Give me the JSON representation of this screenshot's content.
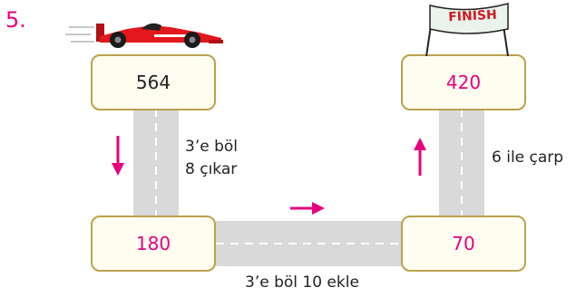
{
  "question_number": "5.",
  "banner_text": "FINISH",
  "boxes": {
    "start": "564",
    "step1": "180",
    "step2": "70",
    "finish": "420"
  },
  "instructions": {
    "left_line1": "3’e böl",
    "left_line2": "8 çıkar",
    "bottom": "3’e böl 10 ekle",
    "right": "6 ile çarp"
  },
  "colors": {
    "accent": "#e6007e",
    "road": "#d9d9d9",
    "box_border": "#bba24c",
    "car": "#e3181c"
  }
}
